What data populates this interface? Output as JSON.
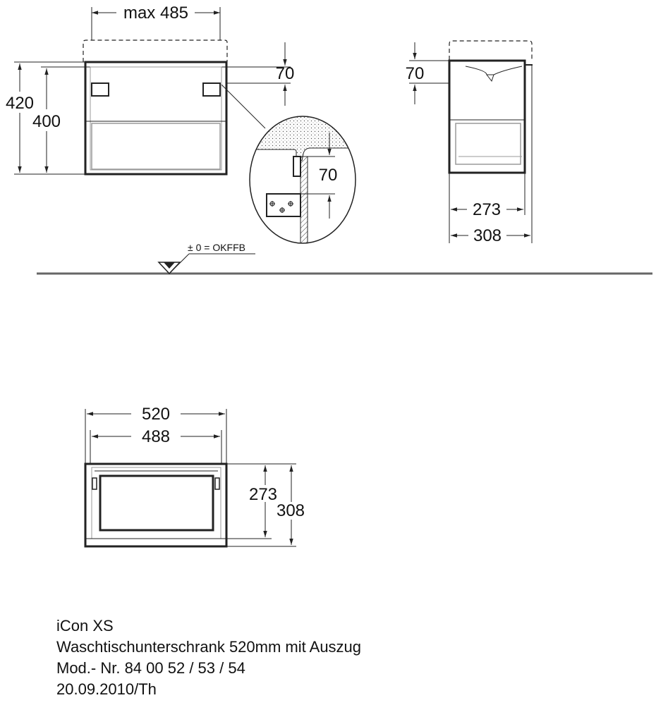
{
  "dimensions": {
    "top_width": "max 485",
    "height_total": "420",
    "height_cabinet": "400",
    "front_gap": "70",
    "detail_gap": "70",
    "side_gap": "70",
    "side_depth_inner": "273",
    "side_depth_outer": "308",
    "plan_width_outer": "520",
    "plan_width_inner": "488",
    "plan_depth_inner": "273",
    "plan_depth_outer": "308"
  },
  "floor_label": "± 0 = OKFFB",
  "title_block": {
    "product": "iCon XS",
    "description": "Waschtischunterschrank 520mm mit Auszug",
    "model": "Mod.- Nr. 84 00 52 / 53 / 54",
    "date": "20.09.2010/Th"
  },
  "colors": {
    "line": "#222222",
    "hatch": "#555555",
    "floor": "#666666"
  }
}
